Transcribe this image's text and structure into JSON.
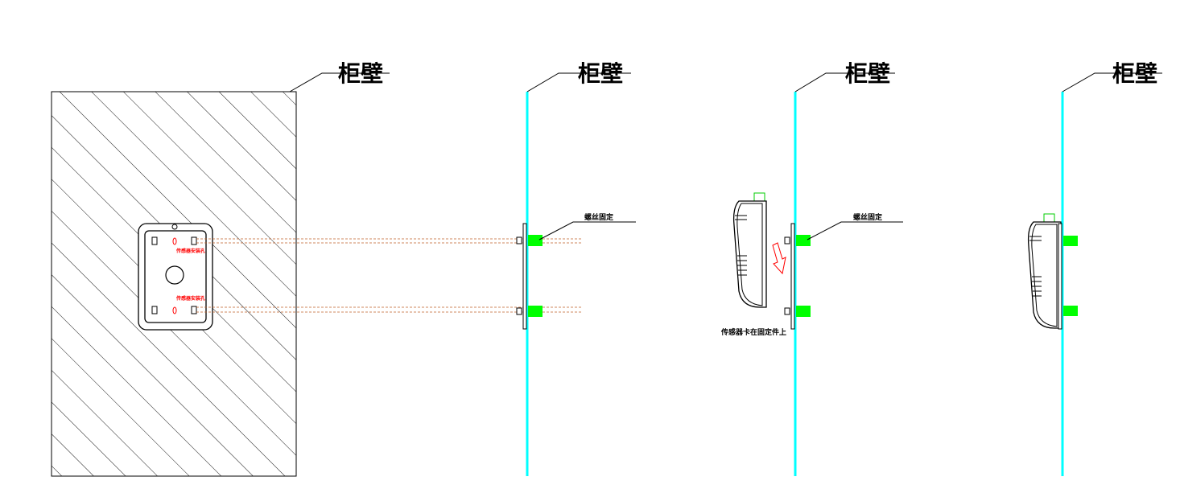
{
  "labels": {
    "wall_1": "柜壁",
    "wall_2": "柜壁",
    "wall_3": "柜壁",
    "wall_4": "柜壁",
    "screw_fix_1": "螺丝固定",
    "screw_fix_2": "螺丝固定",
    "sensor_clip": "传感器卡在固定件上",
    "hole_top": "传感器安装孔",
    "hole_bottom": "传感器安装孔"
  },
  "colors": {
    "line": "#000000",
    "wall_cyan": "#00ffff",
    "clip_green": "#00ff00",
    "guide_dash": "#c0602a",
    "arrow_red": "#ff0000",
    "note_red": "#ff0000",
    "hatch": "#000000"
  }
}
